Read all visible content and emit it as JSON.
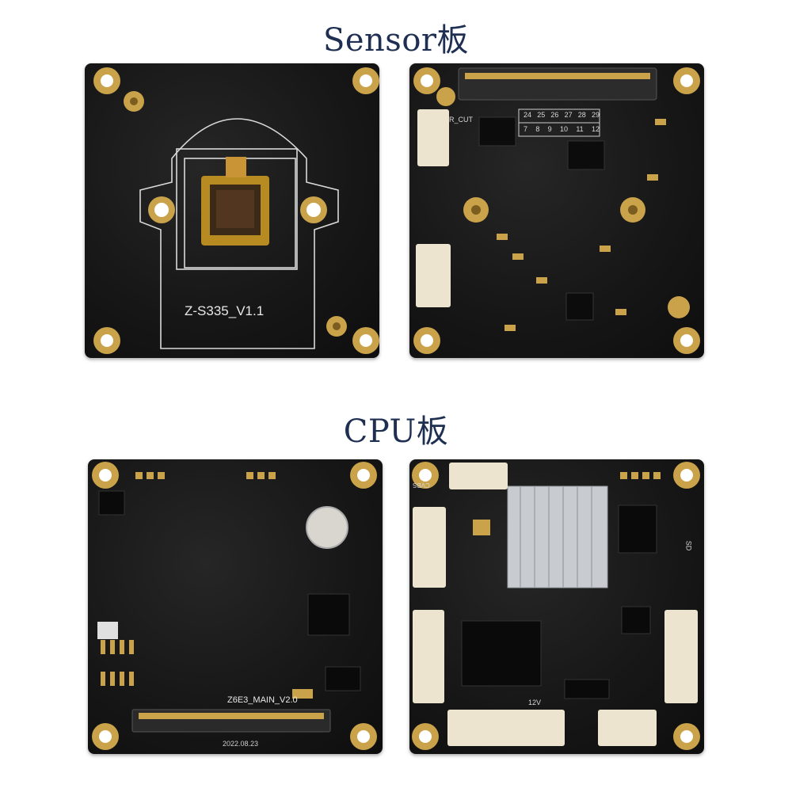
{
  "headings": {
    "sensor_title": "Sensor板",
    "cpu_title": "CPU板"
  },
  "sensor_front": {
    "board_label": "Z-S335_V1.1"
  },
  "sensor_back": {
    "label_ircut": "R_CUT",
    "grid_top": [
      "24",
      "25",
      "26",
      "27",
      "28",
      "29"
    ],
    "grid_bottom": [
      "7",
      "8",
      "9",
      "10",
      "11",
      "12"
    ]
  },
  "cpu_front": {
    "board_label": "Z6E3_MAIN_V2.0",
    "date_label": "2022.08.23"
  },
  "cpu_back": {
    "label_power": "12V",
    "label_sd": "SD",
    "label_cvbs": "CVBS"
  },
  "colors": {
    "heading": "#1f2f52",
    "pcb": "#161616",
    "gold": "#c9a24a",
    "silkscreen": "#e8e8e8",
    "connector": "#ece4cf",
    "heatsink": "#c8ccd0"
  }
}
